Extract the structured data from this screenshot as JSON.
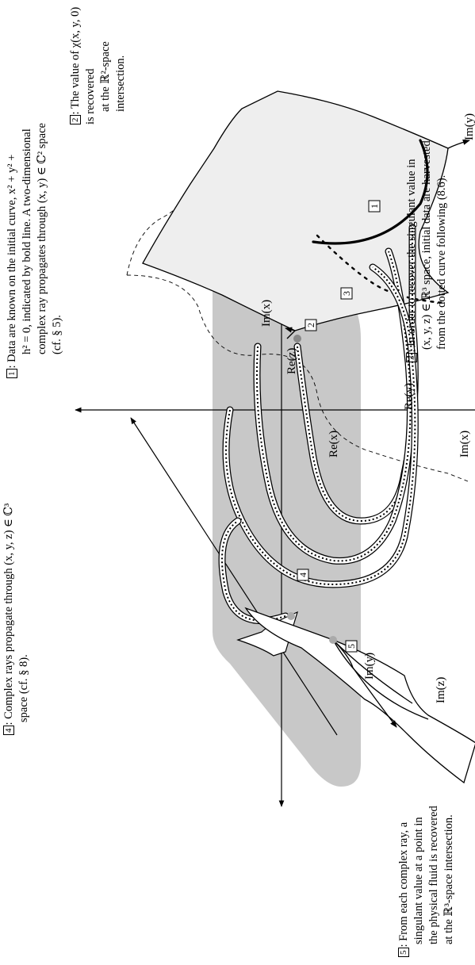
{
  "notes": {
    "n1": {
      "tag": "1",
      "line1": ": Data are known on the initial curve, x² + y² +",
      "line2": "h² = 0, indicated by bold line. A two-dimensional",
      "line3": "complex ray propagates through (x, y) ∈ ℂ² space",
      "line4": "(cf. § 5)."
    },
    "n2": {
      "tag": "2",
      "line1": ": The value of χ(x, y, 0) is recovered",
      "line2": "at the ℝ²-space intersection."
    },
    "n3": {
      "tag": "3",
      "line1": ": In order to recover the singulant value in",
      "line2": "(x, y, z) ∈ ℝ³ space, initial data are harvested",
      "line3": "from the dotted curve following (8.6)."
    },
    "n4": {
      "tag": "4",
      "line1": ": Complex rays propagate through (x, y, z) ∈ ℂ³",
      "line2": "space (cf. § 8)."
    },
    "n5": {
      "tag": "5",
      "line1": ": From each complex ray, a",
      "line2": "singulant value at a point in",
      "line3": "the physical fluid is recovered",
      "line4": "at the ℝ³-space intersection."
    }
  },
  "axes": {
    "im_x_top": "Im(x)",
    "im_y_left": "Im(y)",
    "re_z": "Re(z)",
    "re_x": "Re(x)",
    "re_y": "Re(y)",
    "im_x_bottom": "Im(x)",
    "im_y_right": "Im(y)",
    "im_z": "Im(z)"
  },
  "markers": {
    "m1": "1",
    "m2": "2",
    "m3": "3",
    "m4": "4",
    "m5": "5"
  },
  "colors": {
    "plane": "#c8c8c8",
    "surface": "#eeeeee",
    "ink": "#000000"
  }
}
